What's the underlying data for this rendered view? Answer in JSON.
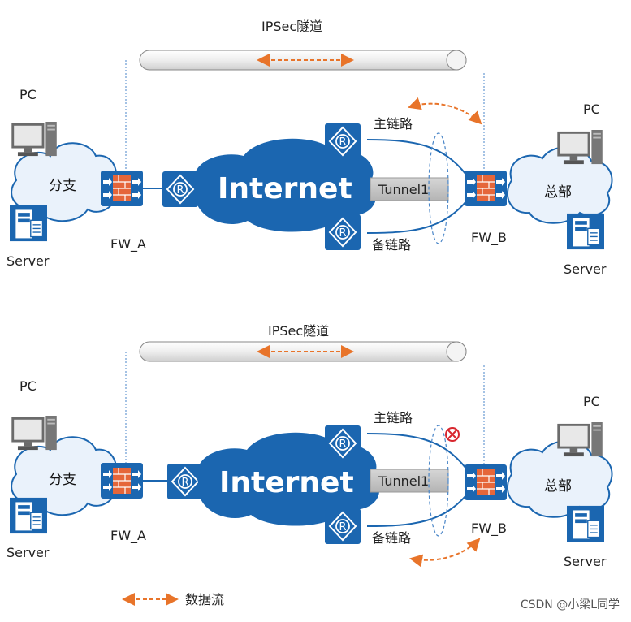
{
  "diagrams": [
    {
      "tunnel_title": "IPSec隧道",
      "branch_cloud": "分支",
      "hq_cloud": "总部",
      "internet": "Internet",
      "tunnel_box": "Tunnel1",
      "primary_link": "主链路",
      "backup_link": "备链路",
      "fw_a": "FW_A",
      "fw_b": "FW_B",
      "pc_left": "PC",
      "pc_right": "PC",
      "server_left": "Server",
      "server_right": "Server",
      "primary_link_failed": false
    },
    {
      "tunnel_title": "IPSec隧道",
      "branch_cloud": "分支",
      "hq_cloud": "总部",
      "internet": "Internet",
      "tunnel_box": "Tunnel1",
      "primary_link": "主链路",
      "backup_link": "备链路",
      "fw_a": "FW_A",
      "fw_b": "FW_B",
      "pc_left": "PC",
      "pc_right": "PC",
      "server_left": "Server",
      "server_right": "Server",
      "primary_link_failed": true
    }
  ],
  "legend": {
    "label": "数据流"
  },
  "watermark": "CSDN @小梁L同学",
  "colors": {
    "accent_orange": "#e8742a",
    "line_blue": "#2a6aa8",
    "device_blue": "#1b66b0"
  }
}
